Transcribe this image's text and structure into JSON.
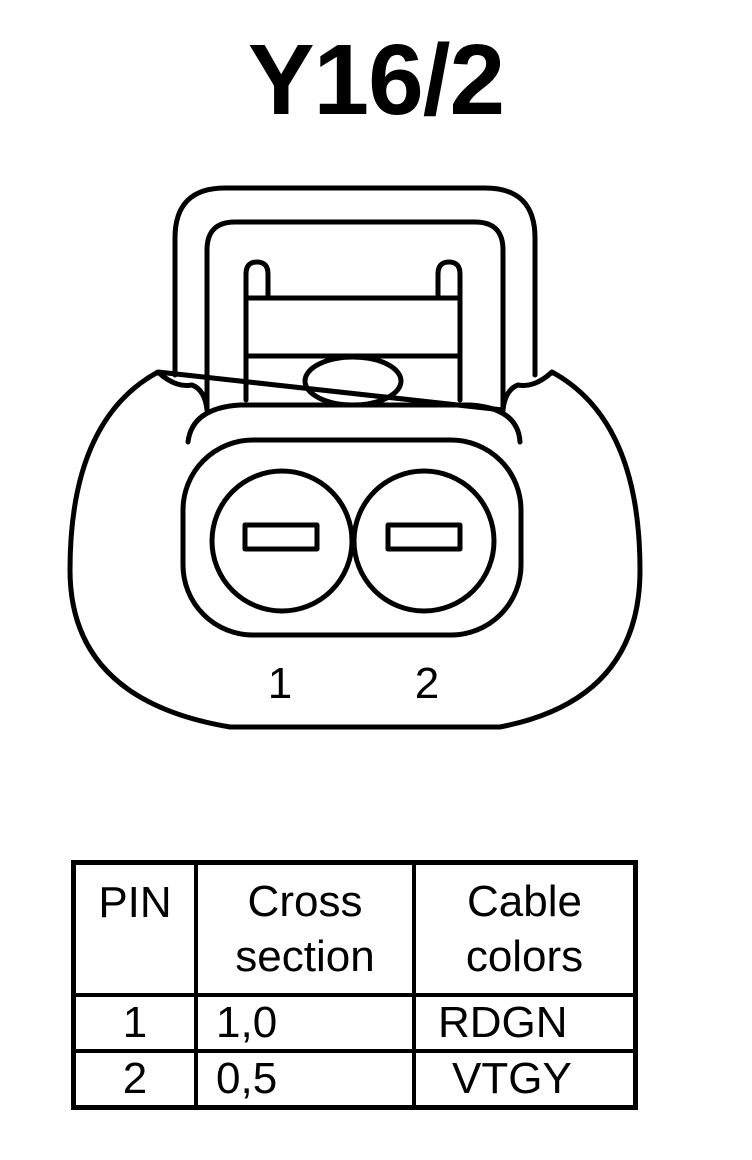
{
  "title": "Y16/2",
  "connector": {
    "pin_labels": [
      "1",
      "2"
    ]
  },
  "table": {
    "headers": {
      "pin": "PIN",
      "cross_section": [
        "Cross",
        "section"
      ],
      "cable_colors": [
        "Cable",
        "colors"
      ]
    },
    "rows": [
      {
        "pin": "1",
        "cross_section": "1,0",
        "cable_color": "RDGN"
      },
      {
        "pin": "2",
        "cross_section": "0,5",
        "cable_color": "VTGY"
      }
    ]
  }
}
